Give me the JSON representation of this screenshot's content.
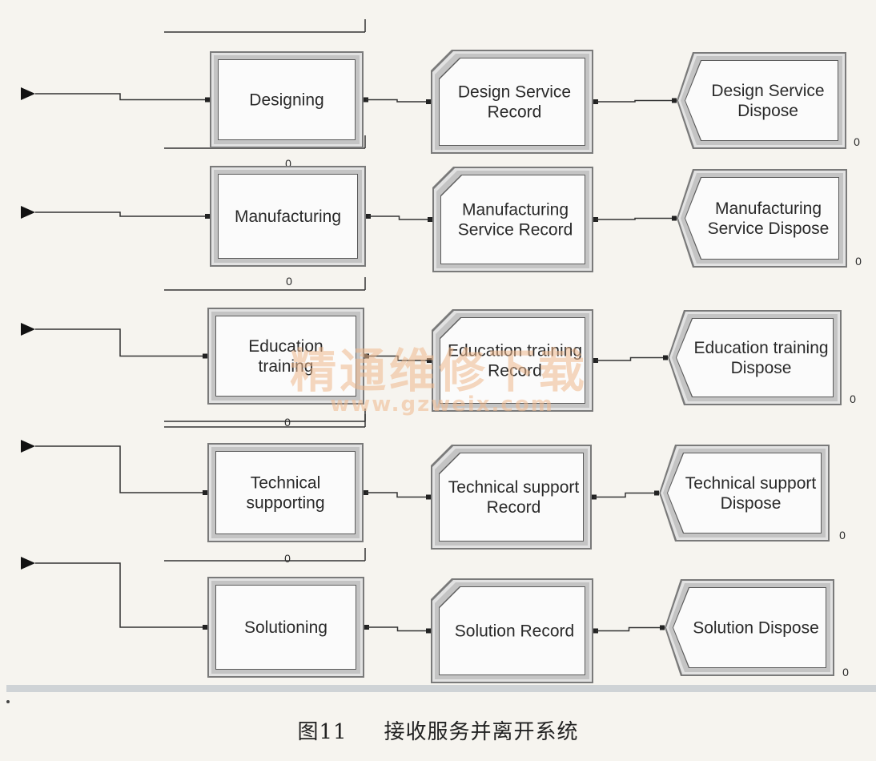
{
  "colors": {
    "frame_outer": "#7a7a7a",
    "frame_inner": "#c4c4c4",
    "frame_hilite": "#e2e2e2",
    "frame_shadow": "#5a5a5a",
    "face": "#fbfbfb",
    "line": "#333333",
    "separator": "#cfd3d6",
    "background": "#f6f4ef"
  },
  "rows": [
    {
      "process": {
        "label": [
          "Designing"
        ],
        "count": "0"
      },
      "record": {
        "label": [
          "Design Service",
          "Record"
        ]
      },
      "dispose": {
        "label": [
          "Design Service",
          "Dispose"
        ],
        "count": "0"
      }
    },
    {
      "process": {
        "label": [
          "Manufacturing"
        ],
        "count": "0"
      },
      "record": {
        "label": [
          "Manufacturing",
          "Service Record"
        ]
      },
      "dispose": {
        "label": [
          "Manufacturing",
          "Service Dispose"
        ],
        "count": "0"
      }
    },
    {
      "process": {
        "label": [
          "Education",
          "training"
        ],
        "count": "0"
      },
      "record": {
        "label": [
          "Education training",
          "Record"
        ]
      },
      "dispose": {
        "label": [
          "Education training",
          "Dispose"
        ],
        "count": "0"
      }
    },
    {
      "process": {
        "label": [
          "Technical",
          "supporting"
        ],
        "count": "0"
      },
      "record": {
        "label": [
          "Technical support",
          "Record"
        ]
      },
      "dispose": {
        "label": [
          "Technical support",
          "Dispose"
        ],
        "count": "0"
      }
    },
    {
      "process": {
        "label": [
          "Solutioning"
        ]
      },
      "record": {
        "label": [
          "Solution Record"
        ]
      },
      "dispose": {
        "label": [
          "Solution Dispose"
        ],
        "count": "0"
      }
    }
  ],
  "watermark": {
    "text": "精通维修下载",
    "url": "www.gzweix.com"
  },
  "caption": {
    "figure": "图11",
    "title": "接收服务并离开系统"
  }
}
